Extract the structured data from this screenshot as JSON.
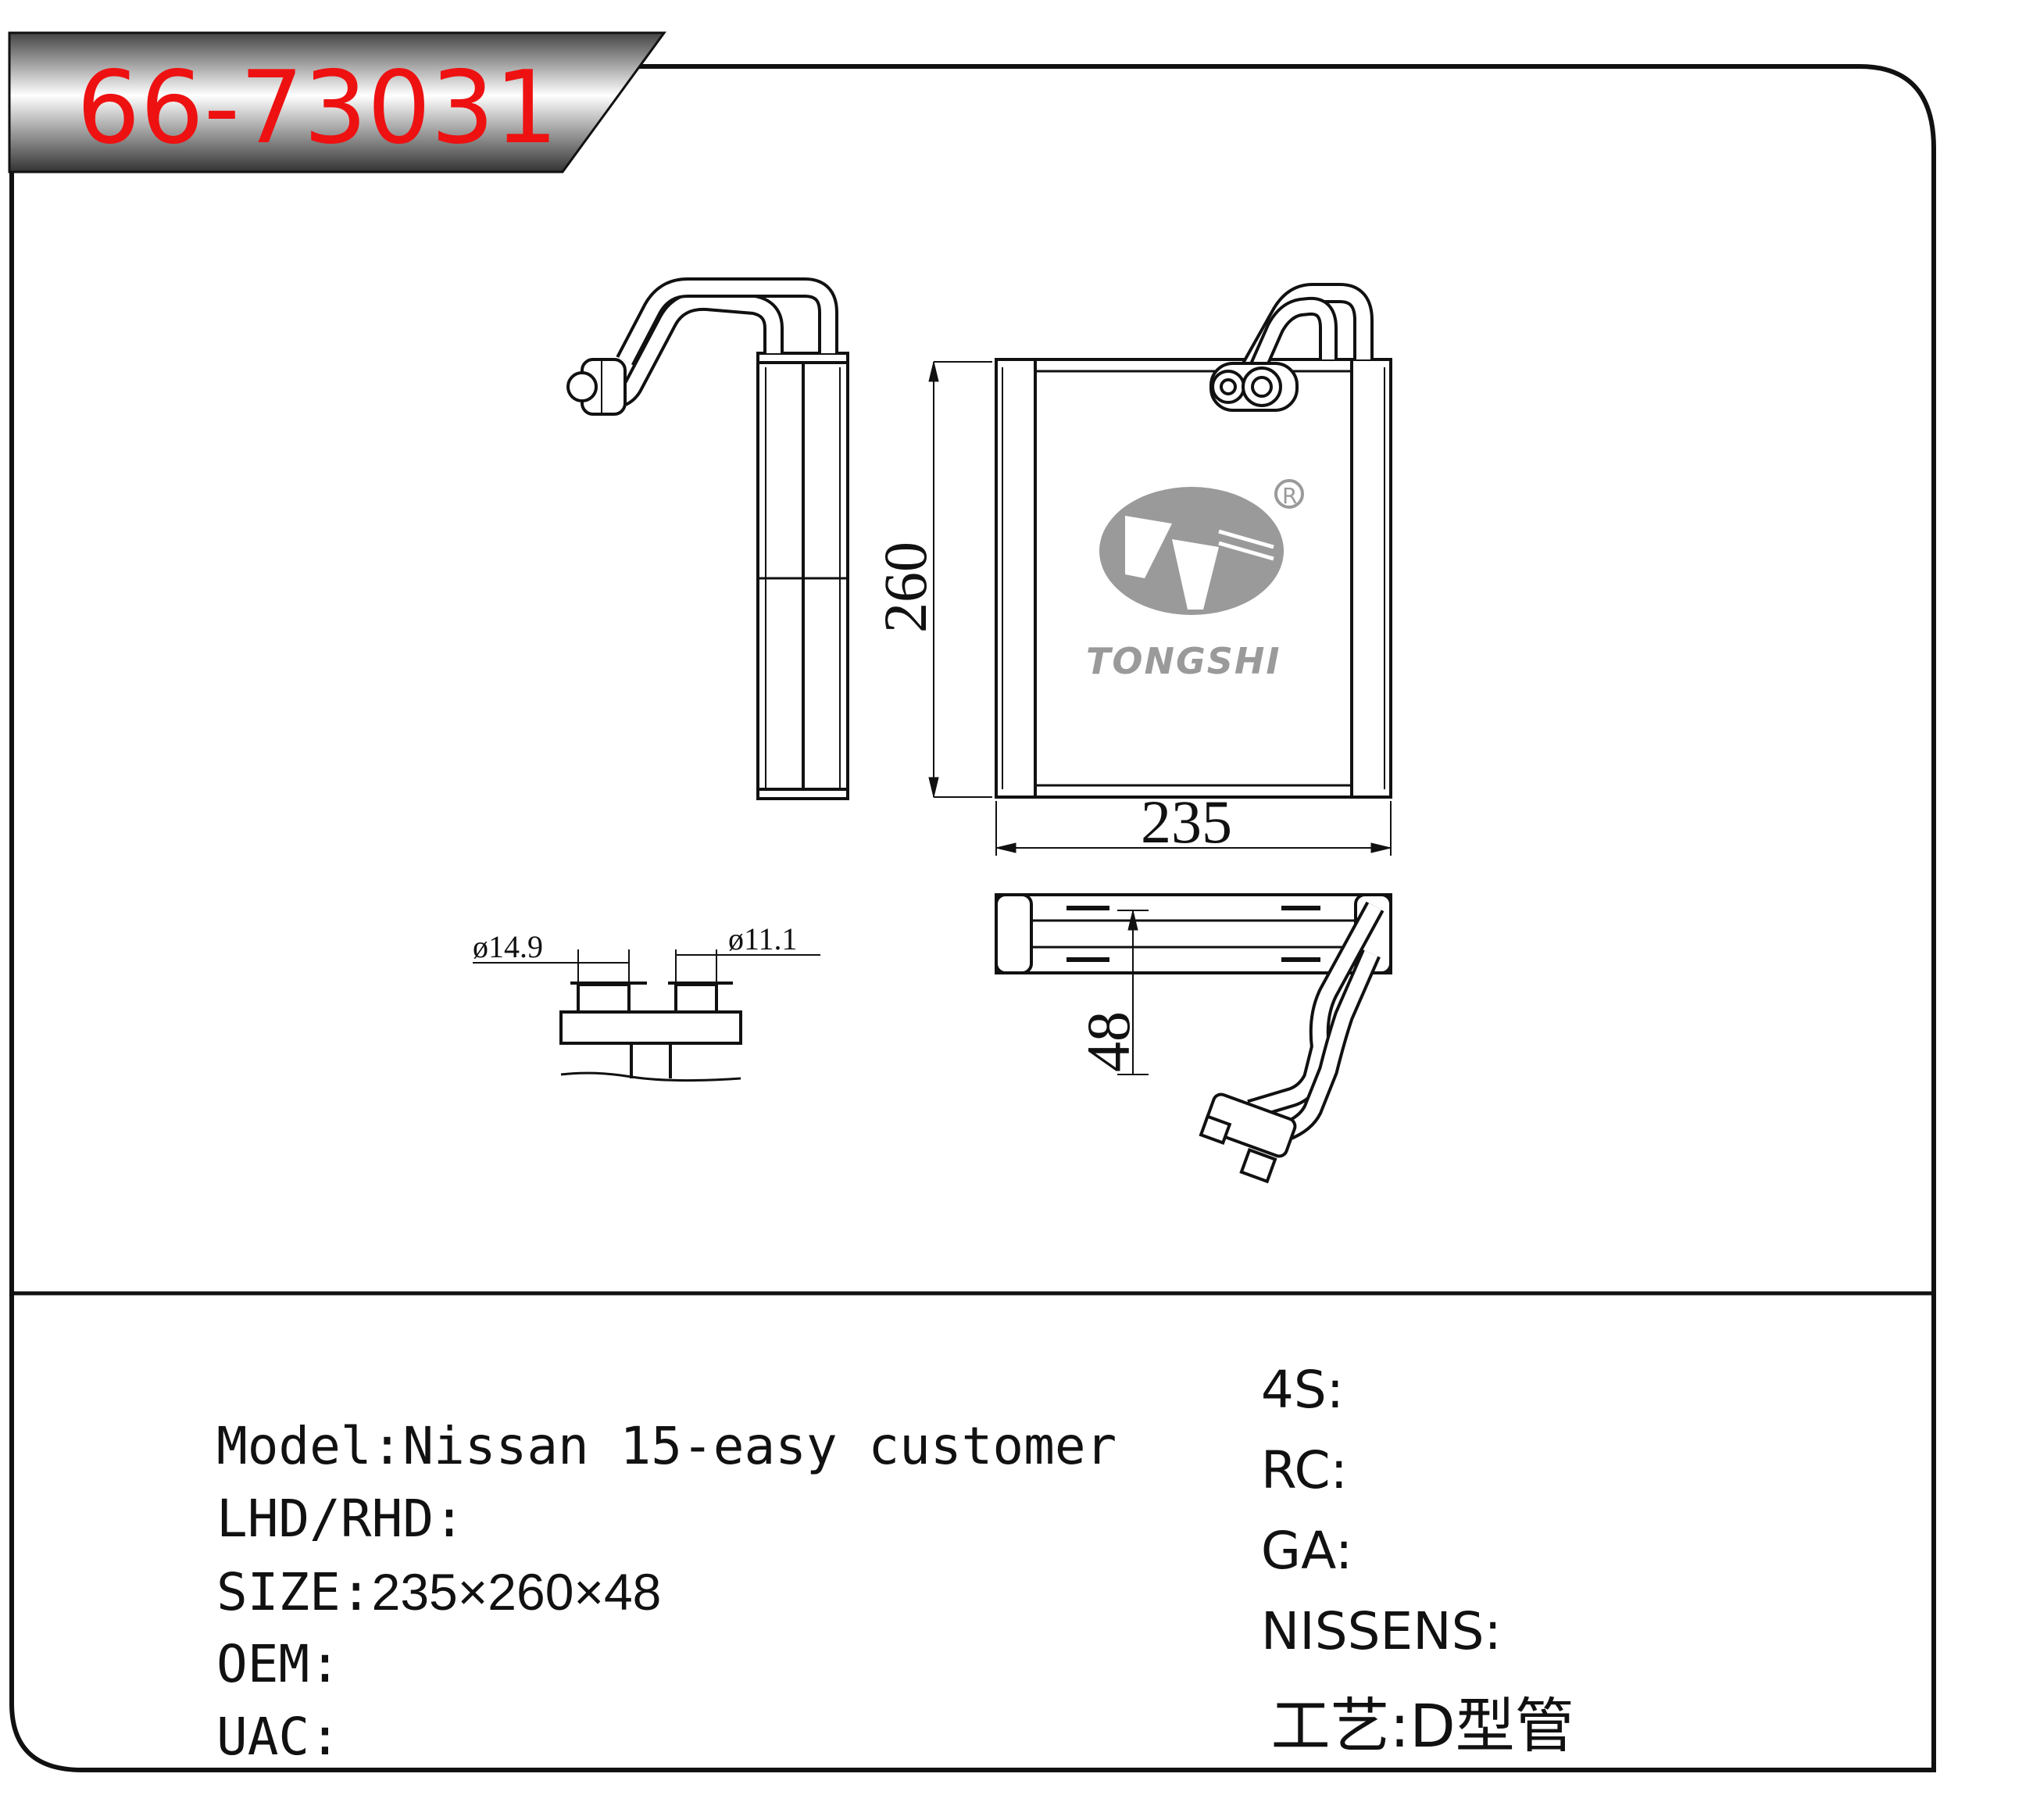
{
  "part_number": "66-73031",
  "drawing": {
    "dim_height": "260",
    "dim_width": "235",
    "dim_depth": "48",
    "pipe_dia_1": "ø14.9",
    "pipe_dia_2": "ø11.1"
  },
  "brand": {
    "name": "TONGSHI",
    "registered_mark": "R"
  },
  "specs_left": [
    {
      "label": "Model:",
      "value": "Nissan 15-easy customer"
    },
    {
      "label": "LHD/RHD:",
      "value": ""
    },
    {
      "label": "SIZE:",
      "value": "235×260×48"
    },
    {
      "label": "OEM:",
      "value": ""
    },
    {
      "label": "UAC:",
      "value": ""
    }
  ],
  "specs_right": [
    {
      "label": "4S:",
      "value": ""
    },
    {
      "label": "RC:",
      "value": ""
    },
    {
      "label": "GA:",
      "value": ""
    },
    {
      "label": "NISSENS:",
      "value": ""
    },
    {
      "label": "工艺:",
      "value": "D型管"
    }
  ],
  "colors": {
    "part_number": "#ee1111",
    "frame": "#111111",
    "logo": "#9a9a9a"
  }
}
